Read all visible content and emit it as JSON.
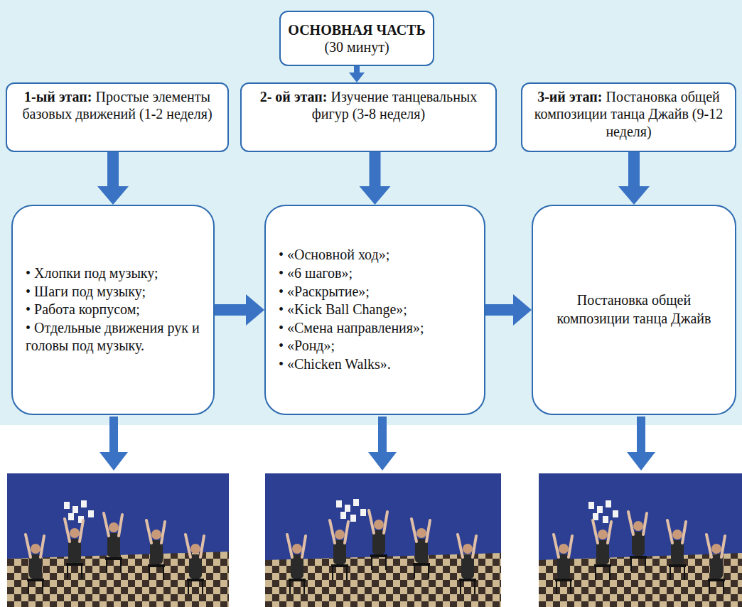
{
  "diagram": {
    "nodes": [
      {
        "text": [
          "ОСНОВНАЯ ЧАСТЬ",
          "(30 минут)"
        ]
      },
      {
        "text": [
          "1-ый этап:",
          "Простые элементы базовых движений (1-2 неделя)"
        ]
      },
      {
        "text": [
          "2- ой этап:",
          "Изучение танцевальных фигур (3-8 неделя)"
        ]
      },
      {
        "text": [
          "3-ий этап:",
          "Постановка общей композиции танца Джайв (9-12 неделя)"
        ]
      },
      {
        "text": [
          "• Хлопки под музыку;",
          "• Шаги под музыку;",
          "• Работа корпусом;",
          "• Отдельные движения рук и головы под музыку."
        ]
      },
      {
        "text": [
          "• «Основной ход»;",
          "• «6 шагов»;",
          "• «Раскрытие»;",
          "• «Kick Ball Change»;",
          "• «Смена направления»;",
          "• «Ронд»;",
          "• «Chicken Walks»."
        ]
      },
      {
        "text": [
          "Постановка общей композиции танца Джайв"
        ]
      }
    ],
    "edges": [
      {
        "from": 0,
        "to": 2,
        "arrow": "to"
      },
      {
        "from": 1,
        "to": 4,
        "arrow": "to"
      },
      {
        "from": 2,
        "to": 5,
        "arrow": "to"
      },
      {
        "from": 3,
        "to": 6,
        "arrow": "to"
      },
      {
        "from": 4,
        "to": 5,
        "arrow": "to"
      },
      {
        "from": 5,
        "to": 6,
        "arrow": "to"
      }
    ]
  }
}
